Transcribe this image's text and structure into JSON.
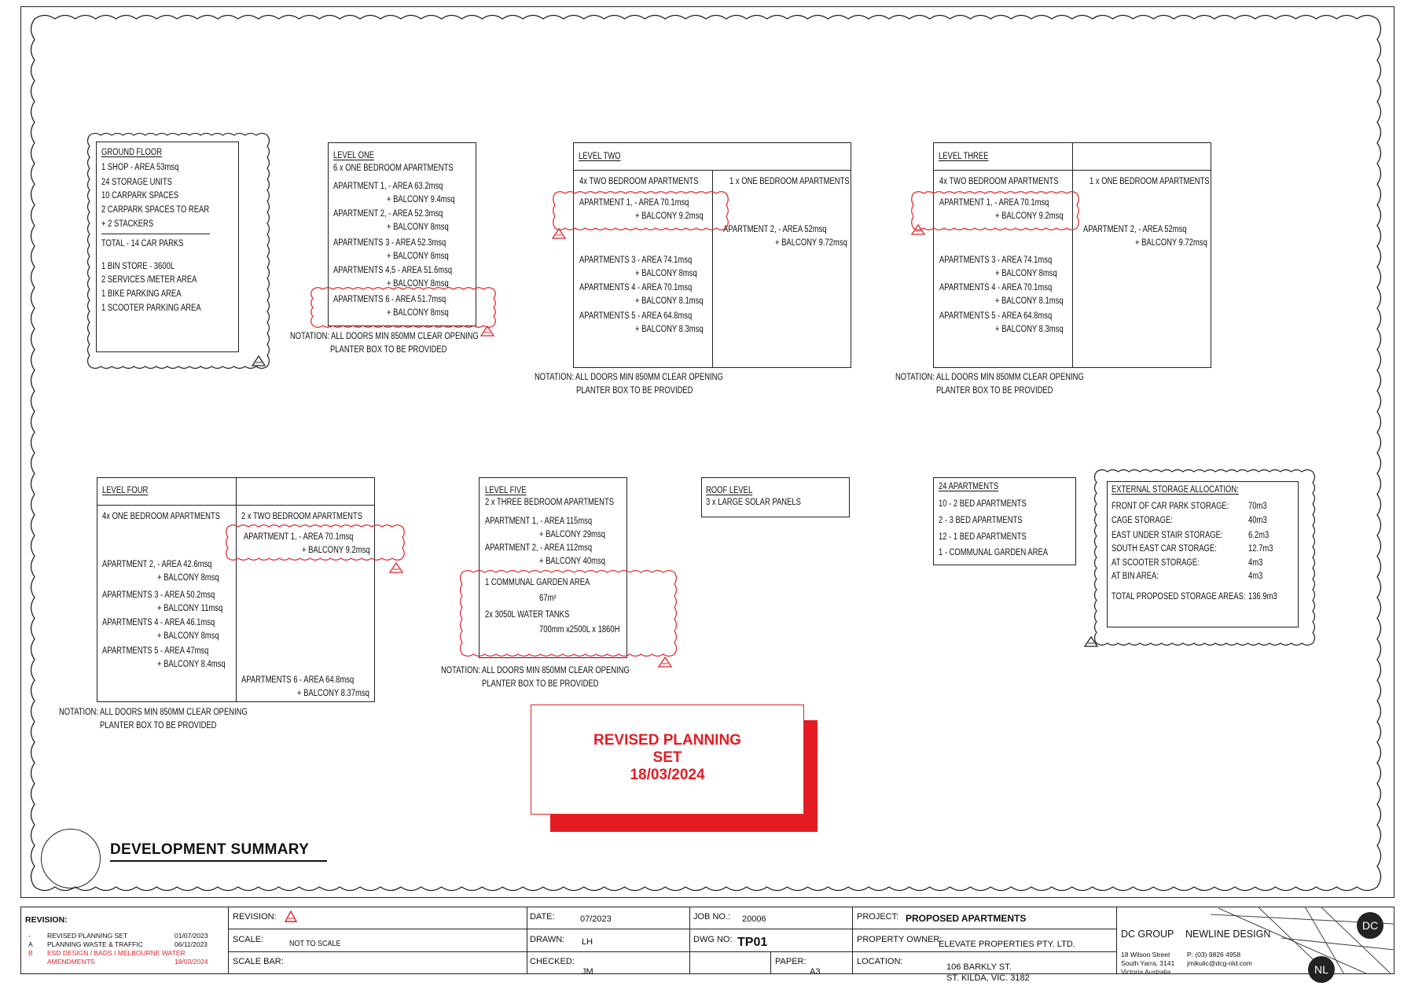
{
  "ground": {
    "title": "GROUND FLOOR",
    "lines": [
      "1 SHOP - AREA 53msq",
      "24 STORAGE UNITS",
      "10 CARPARK SPACES",
      "2 CARPARK SPACES TO REAR",
      "+ 2 STACKERS",
      "TOTAL  - 14 CAR PARKS",
      "1 BIN STORE - 3600L",
      "2 SERVICES /METER AREA",
      "1 BIKE PARKING AREA",
      "1 SCOOTER PARKING AREA"
    ]
  },
  "level1": {
    "title": "LEVEL ONE",
    "subtitle": "6 x ONE BEDROOM APARTMENTS",
    "apts": [
      [
        "APARTMENT 1, - AREA 63.2msq",
        "+ BALCONY 9.4msq"
      ],
      [
        "APARTMENT 2, - AREA 52.3msq",
        "+ BALCONY 8msq"
      ],
      [
        "APARTMENTS 3 - AREA 52.3msq",
        "+ BALCONY 8msq"
      ],
      [
        "APARTMENTS 4,5 - AREA 51.6msq",
        "+ BALCONY 8msq"
      ],
      [
        "APARTMENTS 6 - AREA 51.7msq",
        "+ BALCONY 8msq"
      ]
    ]
  },
  "level2": {
    "title": "LEVEL TWO",
    "left_head": "4x TWO BEDROOM APARTMENTS",
    "right_head": "1 x ONE BEDROOM APARTMENTS",
    "left": [
      [
        "APARTMENT 1, - AREA 70.1msq",
        "+ BALCONY 9.2msq"
      ],
      [
        "APARTMENTS 3 - AREA 74.1msq",
        "+ BALCONY 8msq"
      ],
      [
        "APARTMENTS 4 - AREA 70.1msq",
        "+ BALCONY 8.1msq"
      ],
      [
        "APARTMENTS 5 - AREA 64.8msq",
        "+ BALCONY 8.3msq"
      ]
    ],
    "right": [
      "APARTMENT 2, - AREA 52msq",
      "+ BALCONY 9.72msq"
    ]
  },
  "level3": {
    "title": "LEVEL THREE",
    "left_head": "4x TWO BEDROOM APARTMENTS",
    "right_head": "1 x ONE BEDROOM APARTMENTS",
    "left": [
      [
        "APARTMENT 1, - AREA 70.1msq",
        "+ BALCONY 9.2msq"
      ],
      [
        "APARTMENTS 3 - AREA 74.1msq",
        "+ BALCONY 8msq"
      ],
      [
        "APARTMENTS 4 - AREA 70.1msq",
        "+ BALCONY 8.1msq"
      ],
      [
        "APARTMENTS 5 - AREA 64.8msq",
        "+ BALCONY 8.3msq"
      ]
    ],
    "right": [
      "APARTMENT 2, - AREA 52msq",
      "+ BALCONY 9.72msq"
    ]
  },
  "level4": {
    "title": "LEVEL FOUR",
    "left_head": "4x ONE BEDROOM APARTMENTS",
    "right_head": "2 x TWO BEDROOM APARTMENTS",
    "left": [
      [
        "APARTMENT 2, - AREA 42.6msq",
        "+ BALCONY 8msq"
      ],
      [
        "APARTMENTS 3 - AREA 50.2msq",
        "+ BALCONY 11msq"
      ],
      [
        "APARTMENTS 4 - AREA 46.1msq",
        "+ BALCONY 8msq"
      ],
      [
        "APARTMENTS 5 - AREA 47msq",
        "+ BALCONY 8.4msq"
      ]
    ],
    "right": [
      [
        "APARTMENT 1, - AREA 70.1msq",
        "+ BALCONY 9.2msq"
      ],
      [
        "APARTMENTS 6 - AREA 64.8msq",
        "+ BALCONY 8.37msq"
      ]
    ]
  },
  "level5": {
    "title": "LEVEL FIVE",
    "subtitle": "2 x THREE BEDROOM APARTMENTS",
    "apts": [
      [
        "APARTMENT 1, - AREA 115msq",
        "+ BALCONY 29msq"
      ],
      [
        "APARTMENT 2, - AREA 112msq",
        "+ BALCONY 40msq"
      ]
    ],
    "garden": "1 COMMUNAL GARDEN AREA",
    "garden_area": "67m²",
    "tanks": "2x 3050L WATER TANKS",
    "tank_dims": "700mm x2500L x 1860H"
  },
  "roof": {
    "title": "ROOF LEVEL",
    "line": "3 x  LARGE SOLAR PANELS"
  },
  "summary": {
    "title": "24 APARTMENTS",
    "lines": [
      "10 - 2 BED APARTMENTS",
      "2 - 3 BED APARTMENTS",
      "12 - 1 BED APARTMENTS",
      "1 - COMMUNAL GARDEN AREA"
    ]
  },
  "storage": {
    "title": "EXTERNAL STORAGE ALLOCATION:",
    "rows": [
      [
        "FRONT OF CAR PARK STORAGE:",
        "70m3"
      ],
      [
        "CAGE STORAGE:",
        "40m3"
      ],
      [
        "EAST UNDER STAIR STORAGE:",
        "6.2m3"
      ],
      [
        "SOUTH EAST CAR STORAGE:",
        "12.7m3"
      ],
      [
        "AT SCOOTER STORAGE:",
        "4m3"
      ],
      [
        "AT BIN AREA:",
        "4m3"
      ]
    ],
    "total_label": "TOTAL PROPOSED STORAGE AREAS:",
    "total_value": "136.9m3"
  },
  "notation": {
    "line1": "NOTATION: ALL DOORS MIN 850MM CLEAR OPENING",
    "line2": "PLANTER BOX TO BE PROVIDED"
  },
  "stamp": {
    "line1": "REVISED PLANNING",
    "line2": "SET",
    "line3": "18/03/2024"
  },
  "drawing_title": "DEVELOPMENT SUMMARY",
  "titleblock": {
    "revision_label": "REVISION:",
    "revisions": [
      {
        "code": "-",
        "desc": "REVISED PLANNING SET",
        "date": "01/07/2023"
      },
      {
        "code": "A",
        "desc": "PLANNING WASTE & TRAFFIC",
        "date": "06/11/2023"
      },
      {
        "code": "B",
        "desc": "ESD DESIGN / BADS / MELBOURNE WATER",
        "date": "18/03/2024"
      },
      {
        "code": "",
        "desc": "AMENDMENTS",
        "date": ""
      }
    ],
    "rev_label2": "REVISION:",
    "scale_label": "SCALE:",
    "scale_value": "NOT TO SCALE",
    "scalebar_label": "SCALE BAR:",
    "date_label": "DATE:",
    "date_value": "07/2023",
    "drawn_label": "DRAWN:",
    "drawn_value": "LH",
    "checked_label": "CHECKED:",
    "checked_value": "JM",
    "job_label": "JOB NO.:",
    "job_value": "20006",
    "dwg_label": "DWG NO:",
    "dwg_value": "TP01",
    "paper_label": "PAPER:",
    "paper_value": "A3",
    "project_label": "PROJECT:",
    "project_value": "PROPOSED APARTMENTS",
    "owner_label": "PROPERTY OWNER:",
    "owner_value": "ELEVATE PROPERTIES PTY. LTD.",
    "location_label": "LOCATION:",
    "location_line1": "106 BARKLY ST.",
    "location_line2": "ST. KILDA, VIC. 3182",
    "company1": "DC GROUP",
    "company2": "NEWLINE DESIGN",
    "addr1": "18 Wilson Street",
    "addr2": "South Yarra, 3141",
    "addr3": "Victoria Australia.",
    "phone": "P: (03) 9826 4958",
    "email": "jmikulic@dcg-nld.com",
    "logo1": "DC",
    "logo2": "NL"
  }
}
